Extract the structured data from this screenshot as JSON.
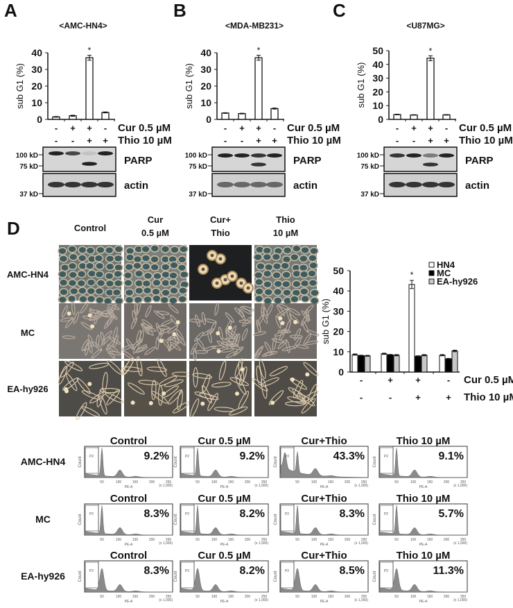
{
  "treatments": {
    "cur_label": "Cur 0.5 µM",
    "thio_label": "Thio 10 µM",
    "cur": [
      "-",
      "+",
      "+",
      "-"
    ],
    "thio": [
      "-",
      "-",
      "+",
      "+"
    ]
  },
  "panels_abc": [
    {
      "letter": "A",
      "title": "<AMC-HN4>"
    },
    {
      "letter": "B",
      "title": "<MDA-MB231>"
    },
    {
      "letter": "C",
      "title": "<U87MG>"
    }
  ],
  "blot": {
    "parp_label": "PARP",
    "actin_label": "actin",
    "markers": [
      "100 kD",
      "75 kD",
      "37 kD"
    ],
    "parp_full": [
      [
        1,
        0.8,
        0.1,
        1
      ],
      [
        1,
        1,
        0.9,
        1
      ],
      [
        0.9,
        1,
        0.5,
        1
      ]
    ],
    "parp_cleaved": [
      [
        0,
        0,
        1,
        0
      ],
      [
        0,
        0,
        0.9,
        0
      ],
      [
        0,
        0,
        0.9,
        0
      ]
    ]
  },
  "panel_d": {
    "letter": "D",
    "column_headers": [
      [
        "Control",
        ""
      ],
      [
        "Cur",
        "0.5 µM"
      ],
      [
        "Cur+",
        "Thio"
      ],
      [
        "Thio",
        "10 µM"
      ]
    ],
    "row_labels": [
      "AMC-HN4",
      "MC",
      "EA-hy926"
    ]
  },
  "flow": {
    "y_axis_label": "Count",
    "x_axis_label": "PE-A",
    "x_unit": "(x 1,000)",
    "gate_label": "P2",
    "x_ticks": [
      "50",
      "100",
      "150",
      "200",
      "250"
    ],
    "rows": [
      {
        "label": "AMC-HN4",
        "panels": [
          {
            "title": "Control",
            "pct": "9.2%"
          },
          {
            "title": "Cur 0.5 µM",
            "pct": "9.2%"
          },
          {
            "title": "Cur+Thio",
            "pct": "43.3%"
          },
          {
            "title": "Thio 10 µM",
            "pct": "9.1%"
          }
        ]
      },
      {
        "label": "MC",
        "panels": [
          {
            "title": "Control",
            "pct": "8.3%"
          },
          {
            "title": "Cur 0.5 µM",
            "pct": "8.2%"
          },
          {
            "title": "Cur+Thio",
            "pct": "8.3%"
          },
          {
            "title": "Thio 10 µM",
            "pct": "5.7%"
          }
        ]
      },
      {
        "label": "EA-hy926",
        "panels": [
          {
            "title": "Control",
            "pct": "8.3%"
          },
          {
            "title": "Cur 0.5 µM",
            "pct": "8.2%"
          },
          {
            "title": "Cur+Thio",
            "pct": "8.5%"
          },
          {
            "title": "Thio 10 µM",
            "pct": "11.3%"
          }
        ]
      }
    ]
  },
  "chart_data": [
    {
      "type": "bar",
      "title": "<AMC-HN4>",
      "ylabel": "sub G1 (%)",
      "ylim": [
        0,
        40
      ],
      "yticks": [
        "0",
        "10",
        "20",
        "30",
        "40"
      ],
      "categories": [
        "-/-",
        "+/-",
        "+/+",
        "-/+"
      ],
      "series": [
        {
          "values": [
            1.5,
            2.2,
            37,
            4.2
          ],
          "errors": [
            0.2,
            0.3,
            1.5,
            0.3
          ]
        }
      ],
      "annotations": [
        {
          "category": 2,
          "text": "*"
        }
      ],
      "grid": false
    },
    {
      "type": "bar",
      "title": "<MDA-MB231>",
      "ylabel": "sub G1 (%)",
      "ylim": [
        0,
        40
      ],
      "yticks": [
        "0",
        "10",
        "20",
        "30",
        "40"
      ],
      "categories": [
        "-/-",
        "+/-",
        "+/+",
        "-/+"
      ],
      "series": [
        {
          "values": [
            3.8,
            3.5,
            37,
            6.5
          ],
          "errors": [
            0.2,
            0.2,
            1.5,
            0.3
          ]
        }
      ],
      "annotations": [
        {
          "category": 2,
          "text": "*"
        }
      ],
      "grid": false
    },
    {
      "type": "bar",
      "title": "<U87MG>",
      "ylabel": "sub G1 (%)",
      "ylim": [
        0,
        50
      ],
      "yticks": [
        "0",
        "10",
        "20",
        "30",
        "40",
        "50"
      ],
      "categories": [
        "-/-",
        "+/-",
        "+/+",
        "-/+"
      ],
      "series": [
        {
          "values": [
            3.5,
            3.2,
            44.5,
            3.3
          ],
          "errors": [
            0.2,
            0.2,
            1.8,
            0.2
          ]
        }
      ],
      "annotations": [
        {
          "category": 2,
          "text": "*"
        }
      ],
      "grid": false
    },
    {
      "type": "bar",
      "title": "",
      "ylabel": "sub G1 (%)",
      "ylim": [
        0,
        50
      ],
      "yticks": [
        "0",
        "10",
        "20",
        "30",
        "40",
        "50"
      ],
      "categories": [
        "-/-",
        "+/-",
        "+/+",
        "-/+"
      ],
      "legend": "top-right",
      "series": [
        {
          "name": "HN4",
          "color": "#ffffff",
          "values": [
            8.6,
            9.0,
            43.2,
            8.3
          ],
          "errors": [
            0.3,
            0.3,
            2,
            0.3
          ]
        },
        {
          "name": "MC",
          "color": "#000000",
          "values": [
            8.1,
            8.5,
            7.8,
            6.5
          ],
          "errors": [
            0.2,
            0.2,
            0.2,
            0.2
          ]
        },
        {
          "name": "EA-hy926",
          "color": "#c8c8c8",
          "values": [
            8.0,
            8.3,
            8.3,
            10.4
          ],
          "errors": [
            0.2,
            0.3,
            0.3,
            0.4
          ]
        }
      ],
      "annotations": [
        {
          "category": 2,
          "series": "HN4",
          "text": "*"
        }
      ],
      "grid": false
    }
  ]
}
